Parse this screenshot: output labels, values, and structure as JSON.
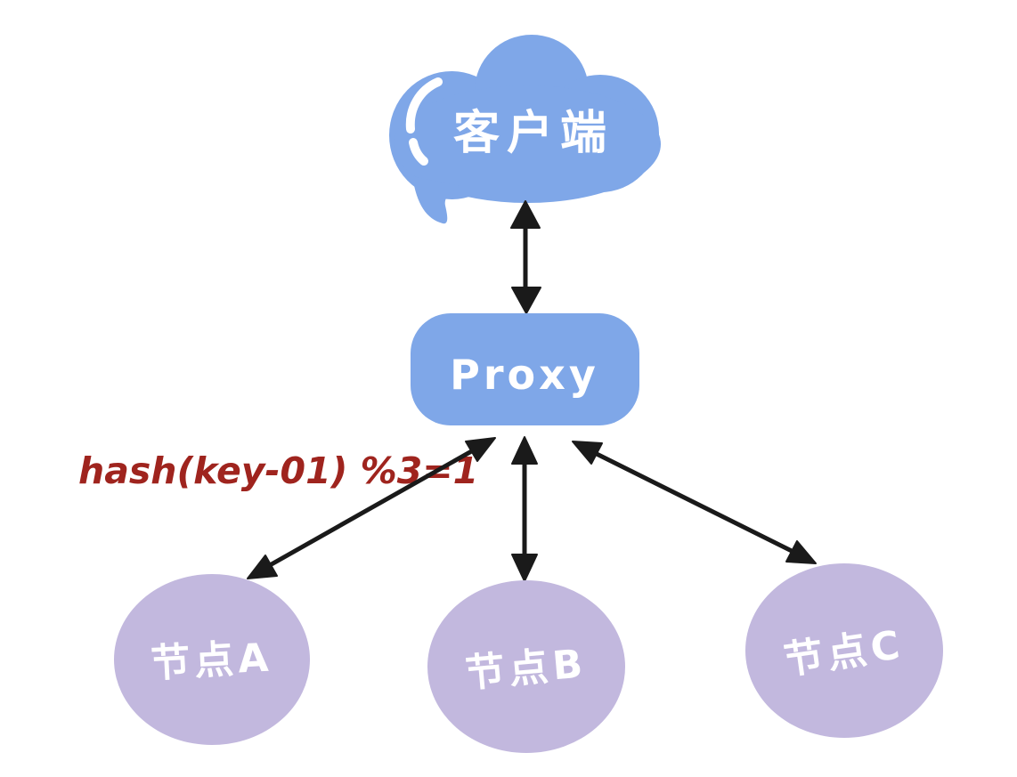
{
  "diagram": {
    "title_hint": "client-proxy-sharding-diagram",
    "client": {
      "label": "客户端"
    },
    "proxy": {
      "label": "Proxy"
    },
    "nodes": [
      {
        "label": "节点A"
      },
      {
        "label": "节点B"
      },
      {
        "label": "节点C"
      }
    ],
    "annotation": {
      "label": "hash(key-01) %3=1"
    },
    "colors": {
      "cloud_blue": "#7fa7e8",
      "proxy_blue": "#7fa7e8",
      "node_purple": "#c2b8de",
      "annotation_red": "#9f241e",
      "arrow_black": "#1a1a1a",
      "label_white": "#ffffff",
      "background": "#ffffff"
    }
  }
}
